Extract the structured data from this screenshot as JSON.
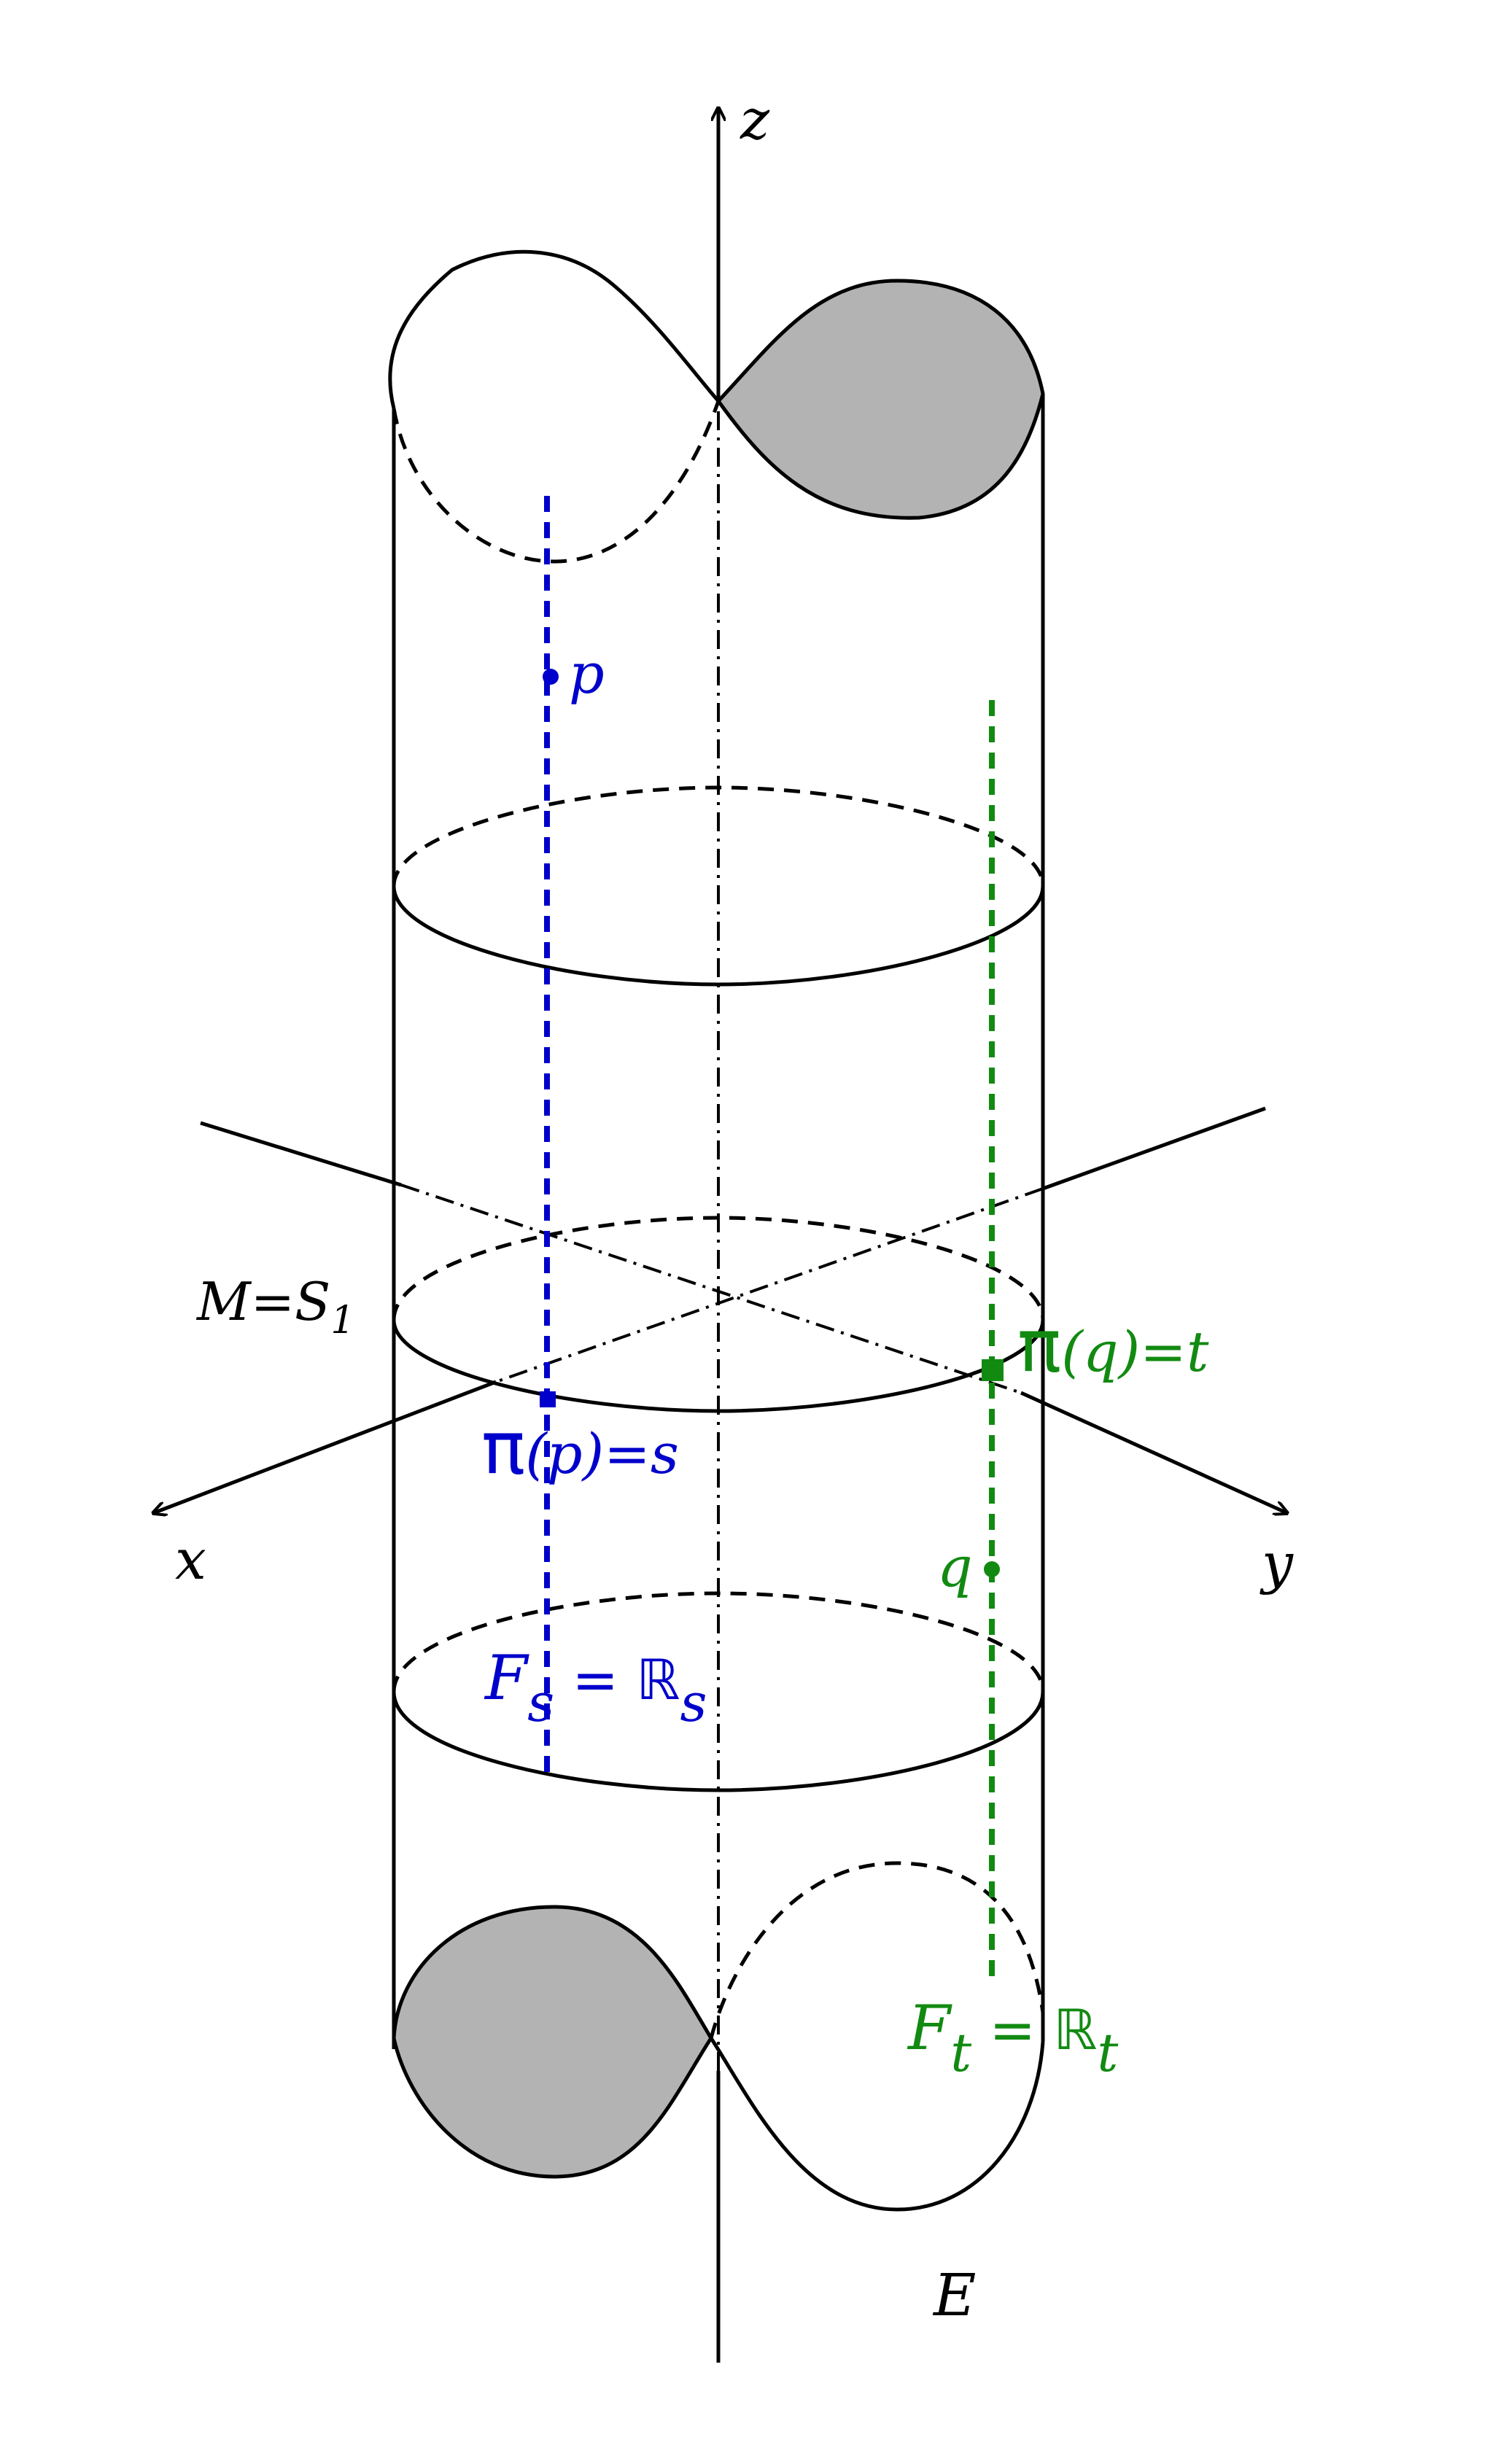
{
  "colors": {
    "ink": "#000000",
    "blue": "#0000cc",
    "green": "#128a12",
    "shade": "#b3b3b3"
  },
  "labels": {
    "z_axis": "z",
    "x_axis": "x",
    "y_axis": "y",
    "base": "M=S",
    "base_sub": "1",
    "total_space": "E",
    "point_p": "p",
    "point_q": "q",
    "pi": "π",
    "proj_p": "(p)=s",
    "proj_q": "(q)=t",
    "fiber_s_F": "F",
    "fiber_s_sub": "s",
    "fiber_s_eq": " = ℝ",
    "fiber_s_sub2": "s",
    "fiber_t_F": "F",
    "fiber_t_sub": "t",
    "fiber_t_eq": " = ℝ",
    "fiber_t_sub2": "t"
  }
}
